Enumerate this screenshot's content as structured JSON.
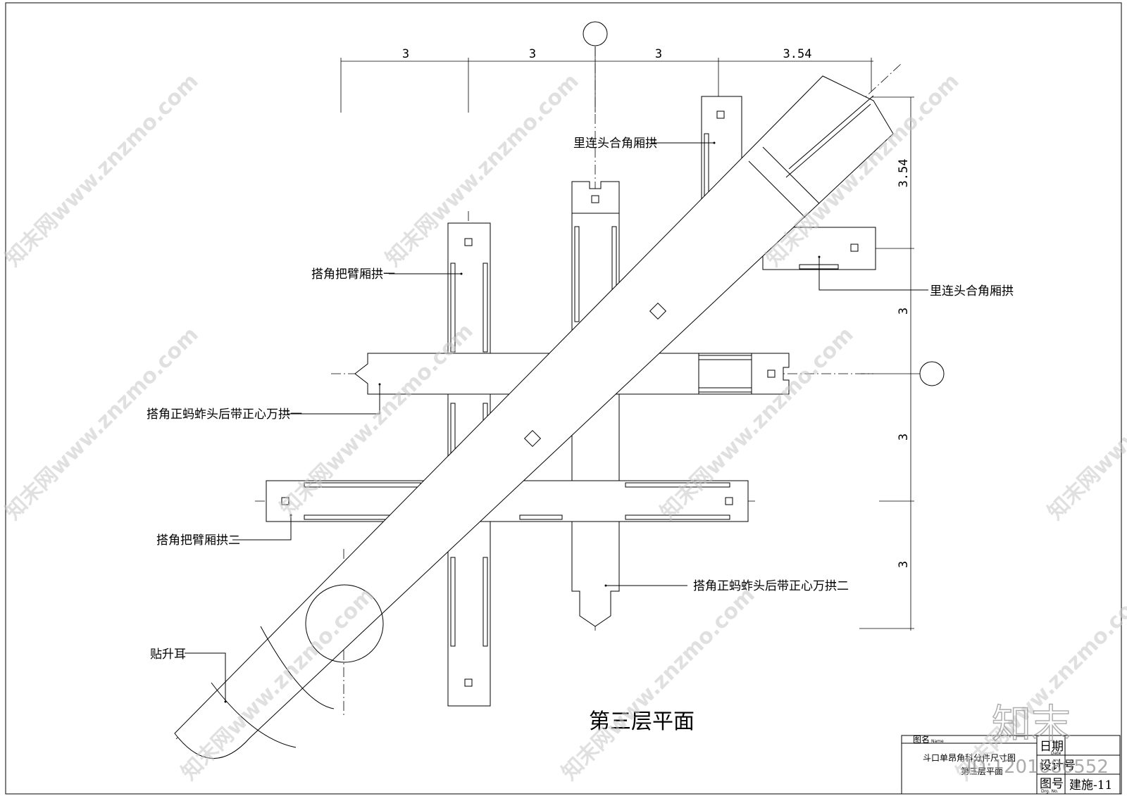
{
  "drawing_title": "第三层平面",
  "dimensions": {
    "top": [
      "3",
      "3",
      "3",
      "3.54"
    ],
    "right": [
      "3.54",
      "3",
      "3",
      "3"
    ]
  },
  "labels": {
    "li_lian_tou_1": "里连头合角厢拱",
    "li_lian_tou_2": "里连头合角厢拱",
    "da_jiao_ba_bi_1": "搭角把臂厢拱一",
    "da_jiao_zheng_1": "搭角正蚂蚱头后带正心万拱一",
    "da_jiao_ba_bi_2": "搭角把臂厢拱二",
    "da_jiao_zheng_2": "搭角正蚂蚱头后带正心万拱二",
    "tie_sheng_er": "贴升耳"
  },
  "title_block": {
    "name_label": "图名",
    "name_label_en": "Name",
    "name_line1": "斗口单昂角科分件尺寸图",
    "name_line2": "第三层平面",
    "date_label": "日期",
    "date_label_en": "Date",
    "design_label": "设计号",
    "number_label": "图号",
    "number_label_en": "Drg. No.",
    "number_value": "建施-11"
  },
  "watermarks": {
    "site": "知末网www.znzmo.com",
    "logo": "知末",
    "id": "ID:1201680552"
  }
}
